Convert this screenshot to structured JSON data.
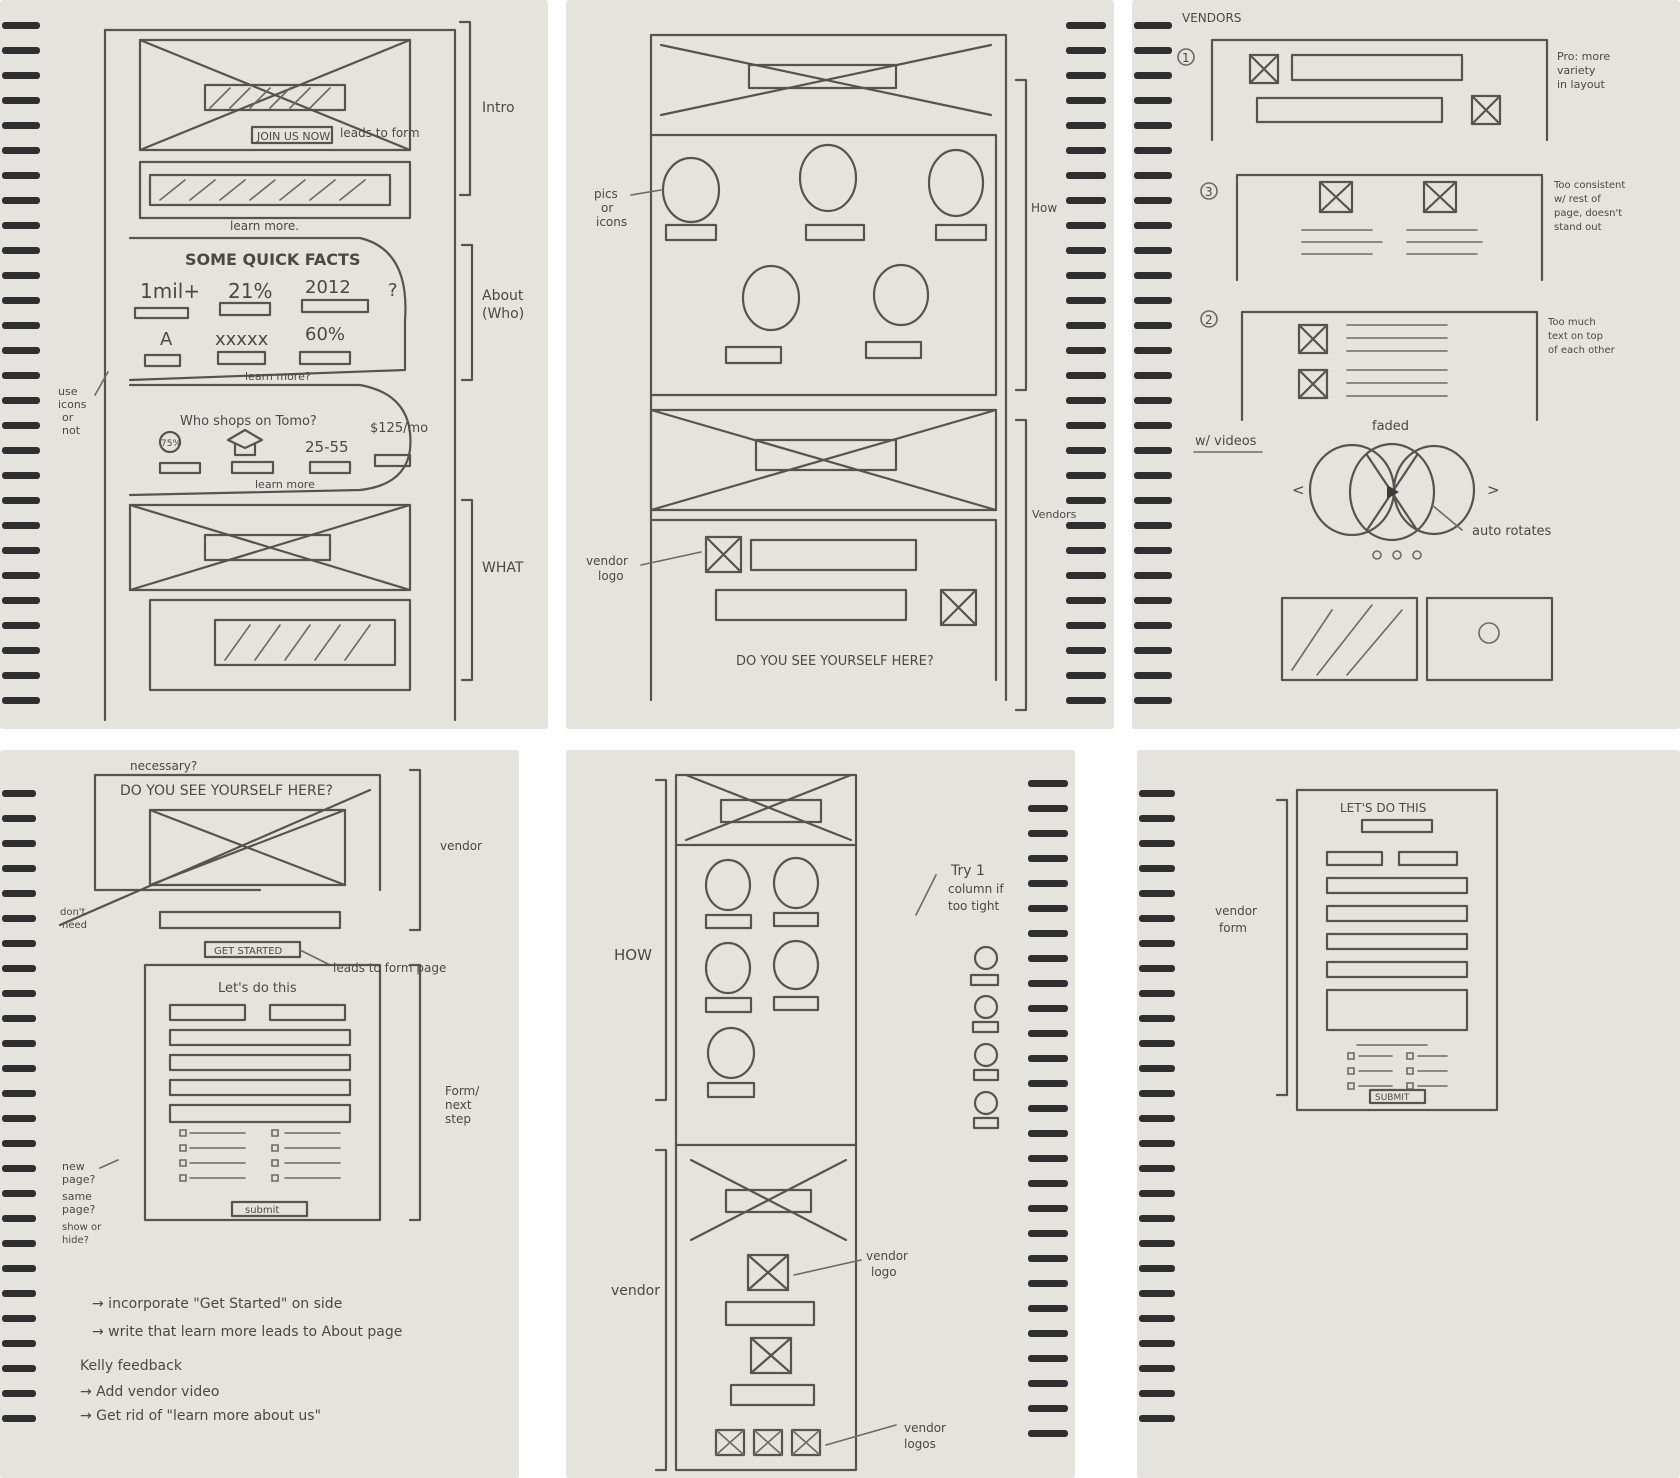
{
  "p1": {
    "join": "JOIN US NOW",
    "leads_to_form": "leads to form",
    "learn_more_1": "learn more.",
    "facts_title": "SOME QUICK FACTS",
    "fact1": "1mil+",
    "fact2": "21%",
    "fact3": "2012",
    "q": "?",
    "fact4": "A",
    "fact5": "xxxxx",
    "fact6": "60%",
    "learn_more_2": "learn more?",
    "who_shops": "Who shops on Tomo?",
    "stat1": "75%",
    "stat3": "25-55",
    "stat4": "$125/mo",
    "learn_more_3": "learn more",
    "use_icons": [
      "use",
      "icons",
      "or",
      "not"
    ],
    "side_intro": "Intro",
    "side_about": "About",
    "side_who": "(Who)",
    "side_what": "WHAT"
  },
  "p2": {
    "pics": "pics",
    "or": "or",
    "icons": "icons",
    "how": "How",
    "vendor": "vendor",
    "logo": "logo",
    "vendors_side": "Vendors",
    "see_yourself": "DO YOU SEE YOURSELF HERE?"
  },
  "p3": {
    "title": "VENDORS",
    "n1": "1",
    "n3": "3",
    "n2": "2",
    "pro": [
      "Pro: more",
      "variety",
      "in layout"
    ],
    "too_consistent": [
      "Too consistent",
      "w/ rest of",
      "page, doesn't",
      "stand out"
    ],
    "too_much": [
      "Too much",
      "text on top",
      "of each other"
    ],
    "w_videos": "w/ videos",
    "faded": "faded",
    "auto_rotates": "auto rotates",
    "lt": "<",
    "gt": ">"
  },
  "p4": {
    "necessary": "necessary?",
    "see_yourself": "DO YOU SEE YOURSELF HERE?",
    "vendor": "vendor",
    "dont_need": [
      "don't",
      "need"
    ],
    "get_started": "GET STARTED",
    "leads_to_form_page": "leads to form page",
    "lets_do_this": "Let's do this",
    "form_next_step": [
      "Form/",
      "next",
      "step"
    ],
    "new_page": [
      "new",
      "page?",
      "same",
      "page?",
      "show or",
      "hide?"
    ],
    "submit": "submit",
    "notes": [
      "→ incorporate \"Get Started\" on side",
      "→ write that learn more leads to About page"
    ],
    "kelly": "Kelly feedback",
    "kelly_notes": [
      "→ Add vendor video",
      "→ Get rid of \"learn more about us\""
    ]
  },
  "p5": {
    "try1": [
      "Try 1",
      "column if",
      "too tight"
    ],
    "how": "HOW",
    "vendor": "vendor",
    "vendor_logo": [
      "vendor",
      "logo"
    ],
    "vendor_logos": [
      "vendor",
      "logos"
    ]
  },
  "p6": {
    "lets_do_this": "LET'S DO THIS",
    "vendor_form": [
      "vendor",
      "form"
    ],
    "submit": "SUBMIT"
  }
}
